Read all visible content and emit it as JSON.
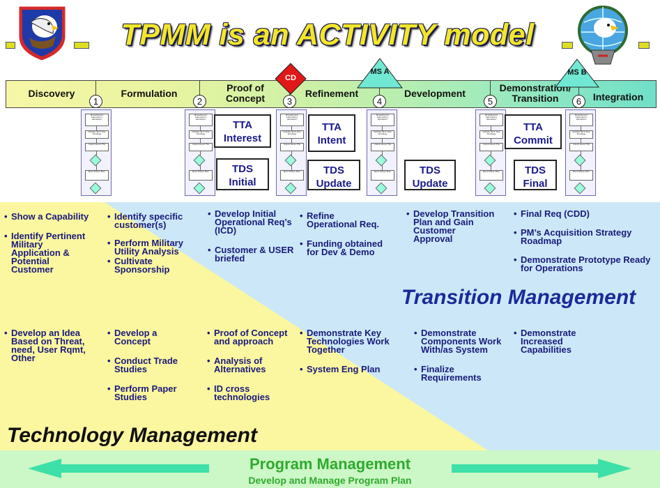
{
  "title": "TPMM is an ACTIVITY model",
  "phases": [
    "Discovery",
    "Formulation",
    "Proof of Concept",
    "Refinement",
    "Development",
    "Demonstration/ Transition",
    "Integration"
  ],
  "milestones": {
    "numbers": [
      "1",
      "2",
      "3",
      "4",
      "5",
      "6"
    ],
    "cd": "CD",
    "msa": "MS A",
    "msb": "MS B"
  },
  "flow_labels": {
    "b1": "Breadboard Laboratory Validation",
    "b2": "Update Tech Dev Strategy",
    "b3": "Intent Level TTA",
    "b4": "Next Phase Plan"
  },
  "boxes": {
    "tta_interest": [
      "TTA",
      "Interest"
    ],
    "tds_initial": [
      "TDS",
      "Initial"
    ],
    "tta_intent": [
      "TTA",
      "Intent"
    ],
    "tds_update1": [
      "TDS",
      "Update"
    ],
    "tds_update2": [
      "TDS",
      "Update"
    ],
    "tta_commit": [
      "TTA",
      "Commit"
    ],
    "tds_final": [
      "TDS",
      "Final"
    ]
  },
  "upper_columns": [
    [
      "Show a Capability",
      "Identify Pertinent Military Application & Potential Customer"
    ],
    [
      "Identify specific customer(s)",
      "Perform Military Utility Analysis",
      "Cultivate Sponsorship"
    ],
    [
      "Develop Initial Operational Req’s (ICD)",
      "Customer & USER briefed"
    ],
    [
      "Refine Operational Req.",
      "Funding obtained for Dev & Demo"
    ],
    [
      "Develop Transition Plan and Gain Customer Approval"
    ],
    [
      "Final Req (CDD)",
      "PM’s Acquisition Strategy Roadmap",
      "Demonstrate Prototype Ready for Operations"
    ]
  ],
  "lower_columns": [
    [
      "Develop an Idea Based on Threat, need, User Rqmt, Other"
    ],
    [
      "Develop a Concept",
      "Conduct Trade Studies",
      "Perform Paper Studies"
    ],
    [
      "Proof of Concept and approach",
      "Analysis of Alternatives",
      "ID cross technologies"
    ],
    [
      "Demonstrate Key Technologies Work Together",
      "System Eng Plan"
    ],
    [
      "Demonstrate Components Work With/as System",
      "Finalize Requirements"
    ],
    [
      "Demonstrate Increased Capabilities"
    ]
  ],
  "transition_management": "Transition Management",
  "technology_management": "Technology Management",
  "program_management": {
    "title": "Program Management",
    "subtitle": "Develop and Manage Program Plan"
  },
  "colors": {
    "yellow_region": "#fbf7a0",
    "blue_region": "#cce8f8",
    "green_band": "#ccf7c6",
    "arrow": "#3de0a8",
    "title_fill": "#f2e62a",
    "text_blue": "#1a1a7a"
  }
}
